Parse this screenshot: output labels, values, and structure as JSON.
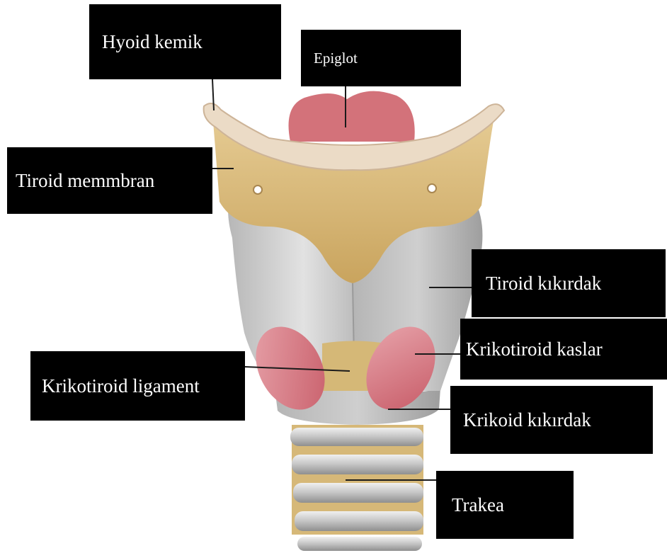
{
  "diagram": {
    "colors": {
      "label_bg": "#000000",
      "label_text": "#ffffff",
      "hyoid": "#ecdcc8",
      "membrane": "#d9b97a",
      "thyroid_cartilage": "#c8c8c8",
      "epiglottis": "#d06d73",
      "muscle": "#d9808a",
      "ligament": "#d5b877",
      "cricoid": "#c5c5c5",
      "trachea_ring": "#cbcbcb",
      "trachea_band": "#d8b97b"
    },
    "labels": {
      "hyoid": "Hyoid kemik",
      "epiglot": "Epiglot",
      "tiroid_membran": "Tiroid memmbran",
      "tiroid_kikirdak": "Tiroid kıkırdak",
      "krikotiroid_kaslar": "Krikotiroid kaslar",
      "krikotiroid_ligament": "Krikotiroid ligament",
      "krikoid_kikirdak": "Krikoid kıkırdak",
      "trakea": "Trakea"
    }
  }
}
